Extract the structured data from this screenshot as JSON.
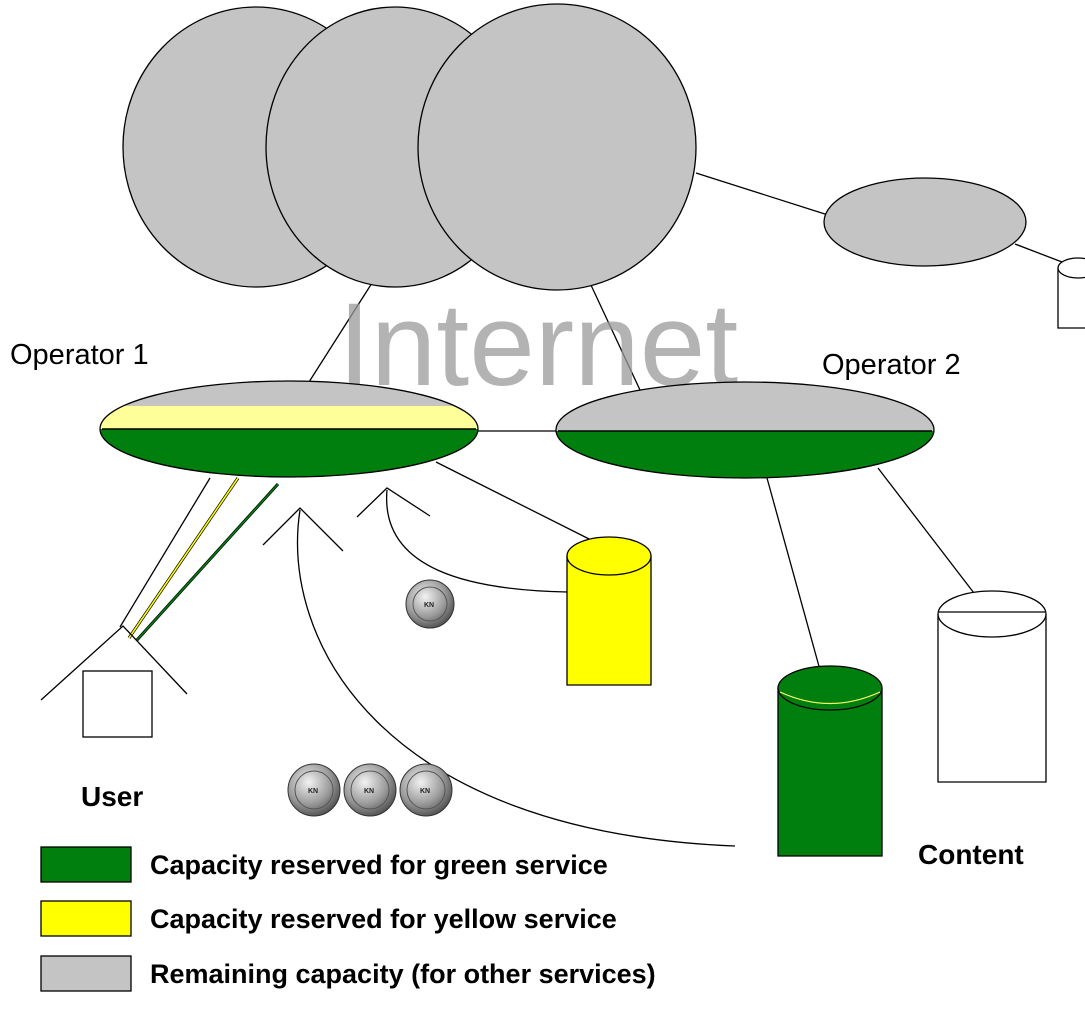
{
  "diagram": {
    "watermark": "Internet",
    "operator1_label": "Operator 1",
    "operator2_label": "Operator 2",
    "user_label": "User",
    "content_label": "Content",
    "coin_glyph": "KN",
    "colors": {
      "green": "#007f0e",
      "yellow": "#ffff00",
      "gray": "#c4c4c4",
      "light_yellow": "#ffff99"
    }
  },
  "legend": {
    "items": [
      {
        "label": "Capacity reserved for green service",
        "color": "#007f0e"
      },
      {
        "label": "Capacity reserved for yellow service",
        "color": "#ffff00"
      },
      {
        "label": "Remaining capacity (for other services)",
        "color": "#c4c4c4"
      }
    ]
  }
}
